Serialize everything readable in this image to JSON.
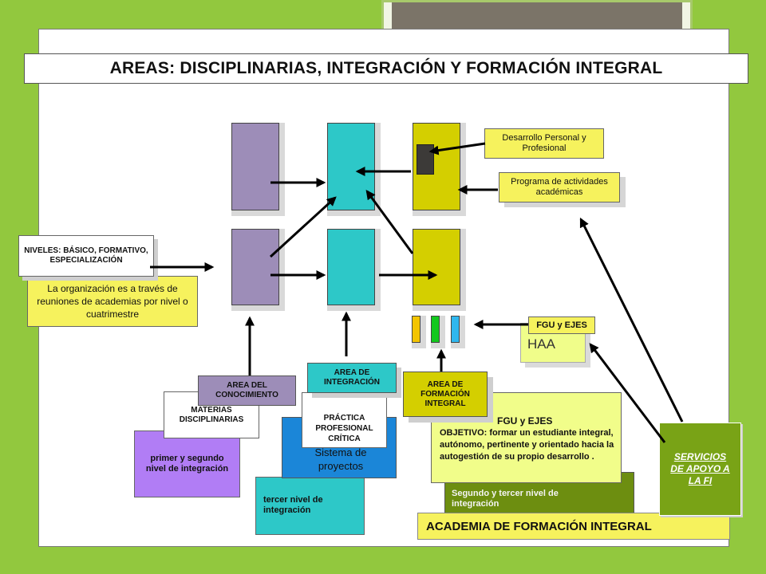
{
  "title": "AREAS: DISCIPLINARIAS, INTEGRACIÓN  Y  FORMACIÓN INTEGRAL",
  "boxes": {
    "desarrollo": "Desarrollo Personal y Profesional",
    "programa": "Programa de actividades académicas",
    "programa_shadow": "académicas",
    "niveles": "NIVELES:  BÁSICO, FORMATIVO, ESPECIALIZACIÓN",
    "organizacion": "La  organización es a través de reuniones de academias por nivel o cuatrimestre",
    "fgu_ejes_small": "FGU y EJES",
    "haa": "HAA",
    "area_conocimiento": "AREA DEL CONOCIMIENTO",
    "materias": "MATERIAS DISCIPLINARIAS",
    "primer_segundo": "primer y segundo nivel de integración",
    "area_integracion": "AREA DE INTEGRACIÓN",
    "practica": "PRÁCTICA PROFESIONAL CRÍTICA",
    "sistema": "Sistema de proyectos",
    "tercer_nivel": "tercer nivel de integración",
    "area_formacion": "AREA DE FORMACIÓN INTEGRAL",
    "fgu_ejes_title": "FGU y EJES",
    "objetivo": "OBJETIVO: formar un estudiante integral, autónomo, pertinente y orientado hacia la autogestión  de su propio desarrollo .",
    "segundo_tercer": "Segundo y tercer nivel de integración",
    "academia": "ACADEMIA DE FORMACIÓN INTEGRAL",
    "servicios": "SERVICIOS DE APOYO A LA FI"
  },
  "colors": {
    "background": "#92c83e",
    "purple": "#9d8db8",
    "cyan": "#2dc8c8",
    "olive_yellow": "#d4cf00",
    "yellow_box": "#f6f25d",
    "light_green_box": "#f1fd8a",
    "violet_box": "#b17df5",
    "blue_box": "#1b86d8",
    "dark_green": "#6d8e10",
    "services_green": "#79a316"
  }
}
